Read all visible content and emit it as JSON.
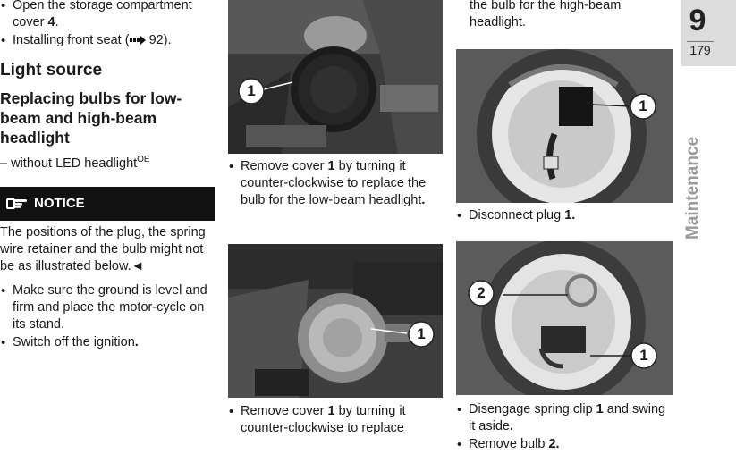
{
  "col1": {
    "top_bullets": [
      {
        "text": "Open the storage compartment cover ",
        "bold": "4",
        "tail": "."
      },
      {
        "text": "Installing front seat (",
        "ref_icon": "arrow-icon",
        "bold": "",
        "tail": " 92)."
      }
    ],
    "section_title": "Light source",
    "subsection_title": "Replacing bulbs for low-beam and high-beam headlight",
    "variant": {
      "text": "– without LED headlight",
      "sup": "OE"
    },
    "notice": {
      "label": "NOTICE",
      "icon": "hand-pointing-icon",
      "text": "The positions of the plug, the spring wire retainer and the bulb might not be as illustrated below.",
      "end_mark": "◄"
    },
    "bottom_bullets": [
      {
        "text": "Make sure the ground is level and firm and place the motor-cycle on its stand.",
        "bold": "",
        "tail": ""
      },
      {
        "text": "Switch off the ignition",
        "bold": "",
        "tail": "."
      }
    ]
  },
  "col2": {
    "photo1_callout": "1",
    "step1": {
      "pre": "Remove cover ",
      "bold": "1",
      "post": " by turning it counter-clockwise to replace the bulb for the low-beam headlight",
      "tail": "."
    },
    "photo2_callout": "1",
    "step2": {
      "pre": "Remove cover ",
      "bold": "1",
      "post": " by turning it counter-clockwise to replace",
      "tail": ""
    }
  },
  "col3": {
    "continued_text": "the bulb for the high-beam headlight.",
    "photo3_callout": "1",
    "step3": {
      "pre": "Disconnect plug ",
      "bold": "1",
      "post": "",
      "tail": "."
    },
    "photo4_callouts": [
      "2",
      "1"
    ],
    "step4": {
      "pre": "Disengage spring clip ",
      "bold": "1",
      "post": " and swing it aside",
      "tail": "."
    },
    "step5": {
      "pre": "Remove bulb ",
      "bold": "2",
      "post": "",
      "tail": "."
    }
  },
  "chapter": {
    "number": "9",
    "page": "179",
    "label": "Maintenance"
  }
}
